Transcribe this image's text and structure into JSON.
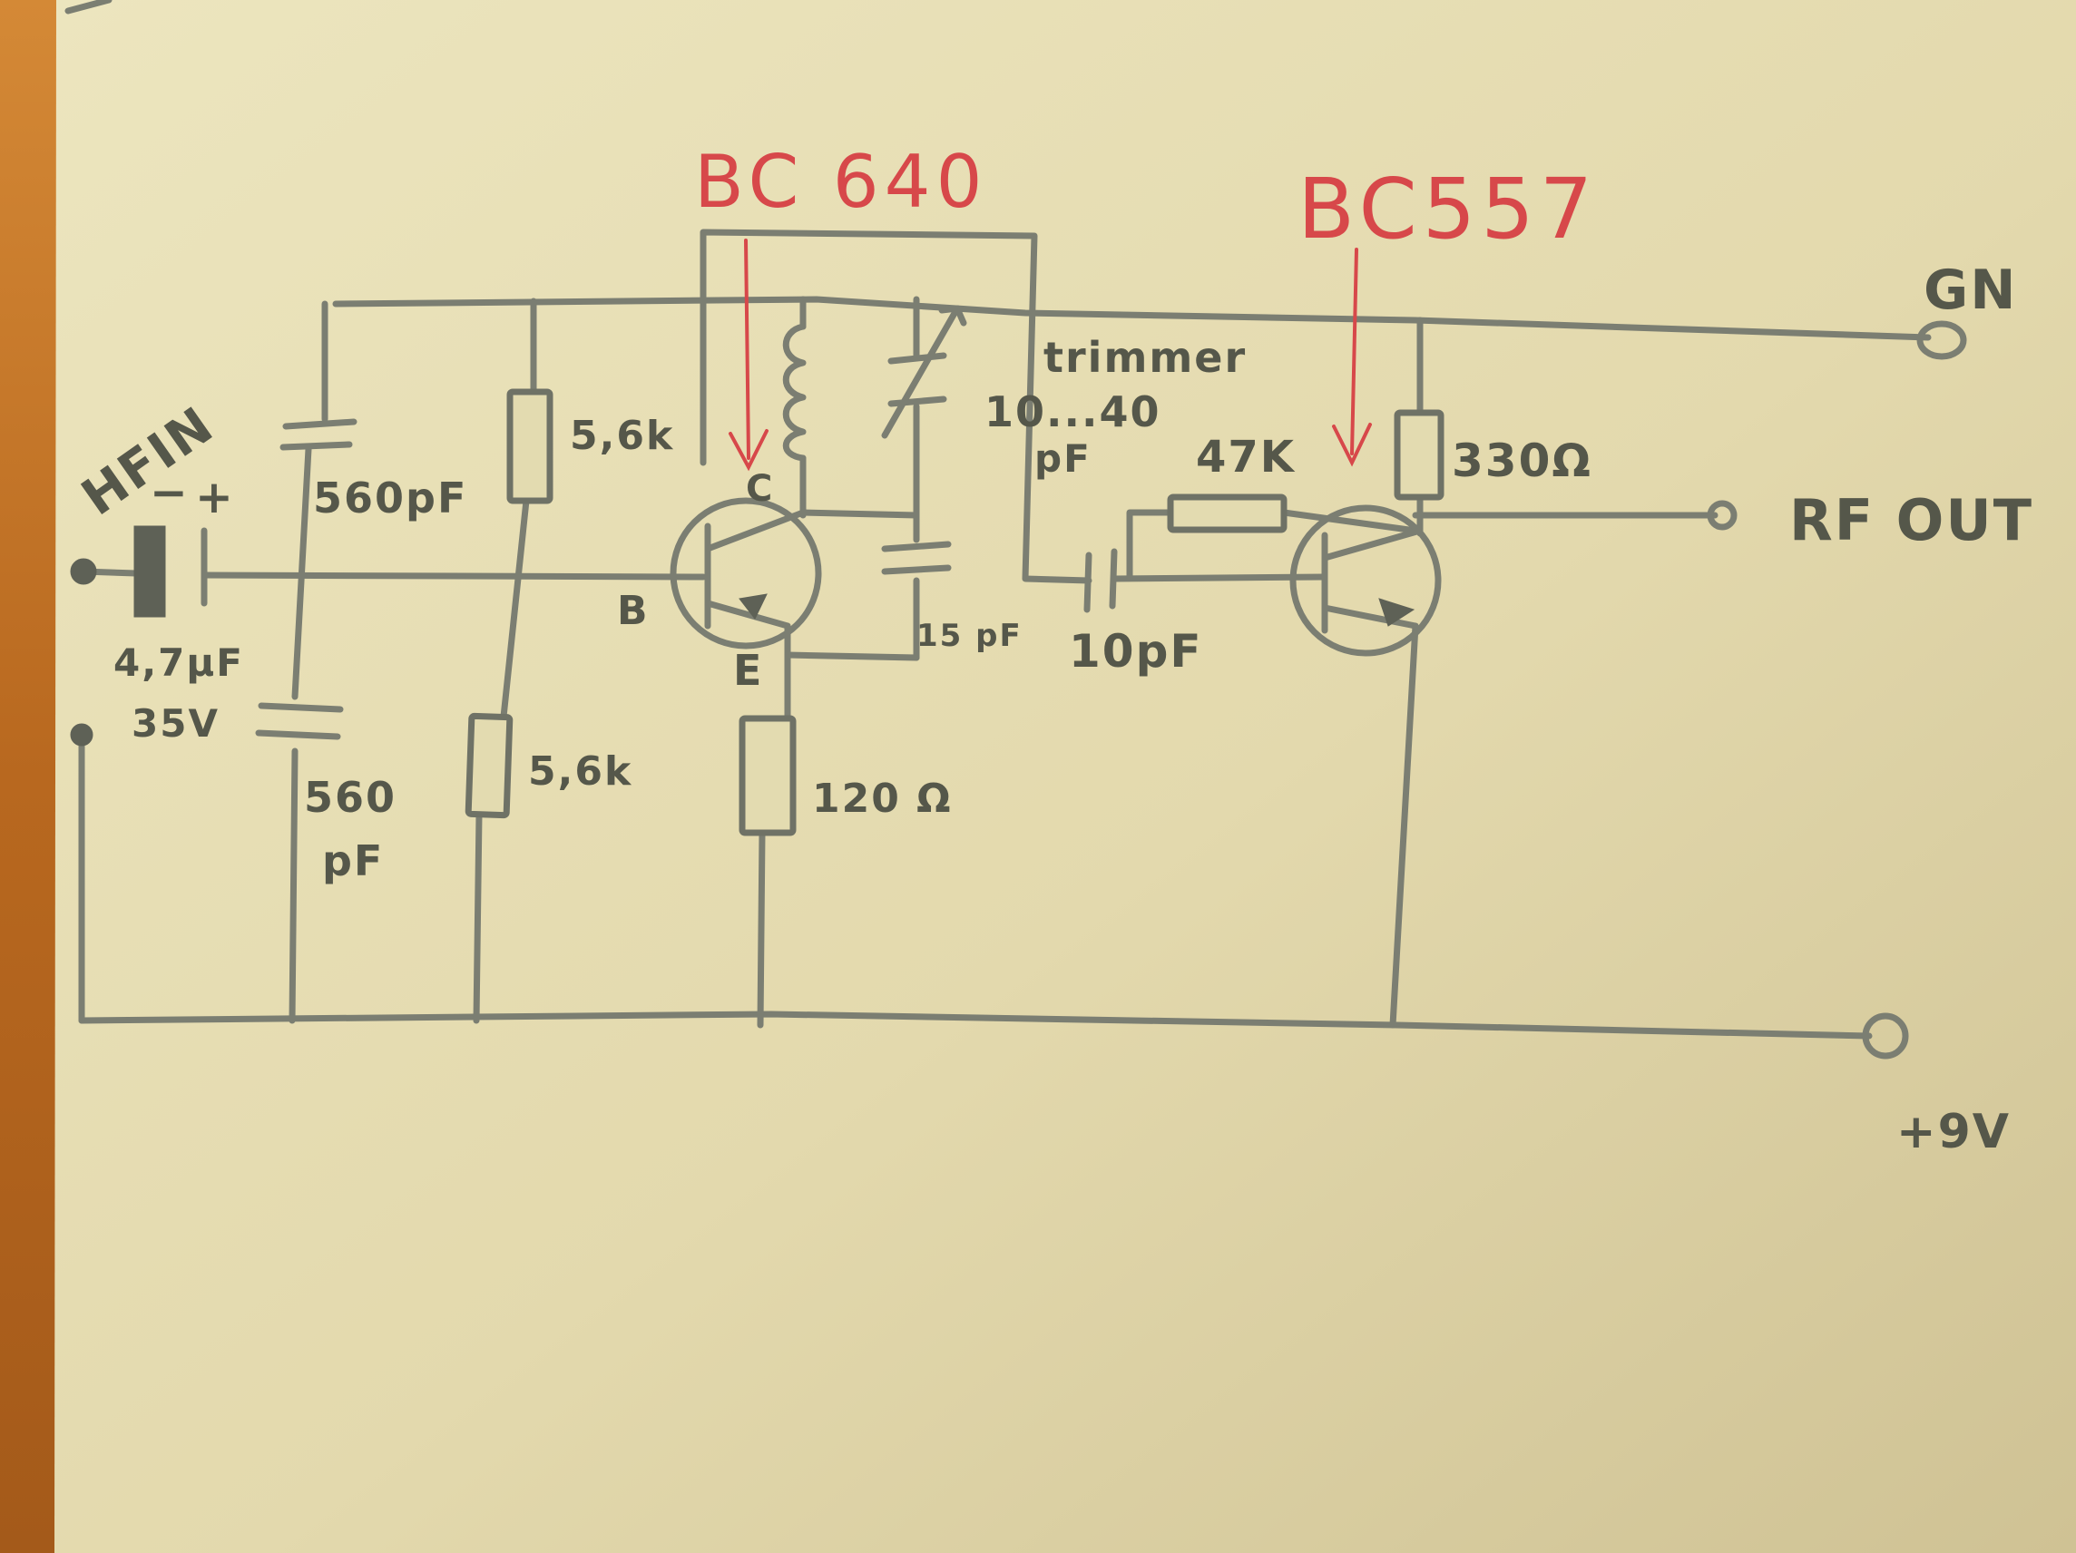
{
  "labels": {
    "q1_part": "BC 640",
    "q2_part": "BC557",
    "gnd": "GN",
    "hf_in": "HFIN",
    "minus": "−",
    "plus": "+",
    "c_in_value": "4,7μF",
    "c_in_voltage": "35V",
    "c1": "560pF",
    "c2_line1": "560",
    "c2_line2": "pF",
    "r1": "5,6k",
    "r2": "5,6k",
    "collector": "C",
    "base": "B",
    "emitter": "E",
    "r_emitter": "120 Ω",
    "trimmer": "trimmer",
    "trimmer_range": "10...40",
    "trimmer_unit": "pF",
    "c_feedback": "15 pF",
    "c_coupling": "10pF",
    "r_bias": "47K",
    "r_load": "330Ω",
    "rf_out": "RF OUT",
    "supply": "+9V"
  },
  "colors": {
    "paper": "#e6ddb4",
    "pencil": "#6f7266",
    "red_pen": "#d7484a",
    "table": "#c77a2c"
  }
}
